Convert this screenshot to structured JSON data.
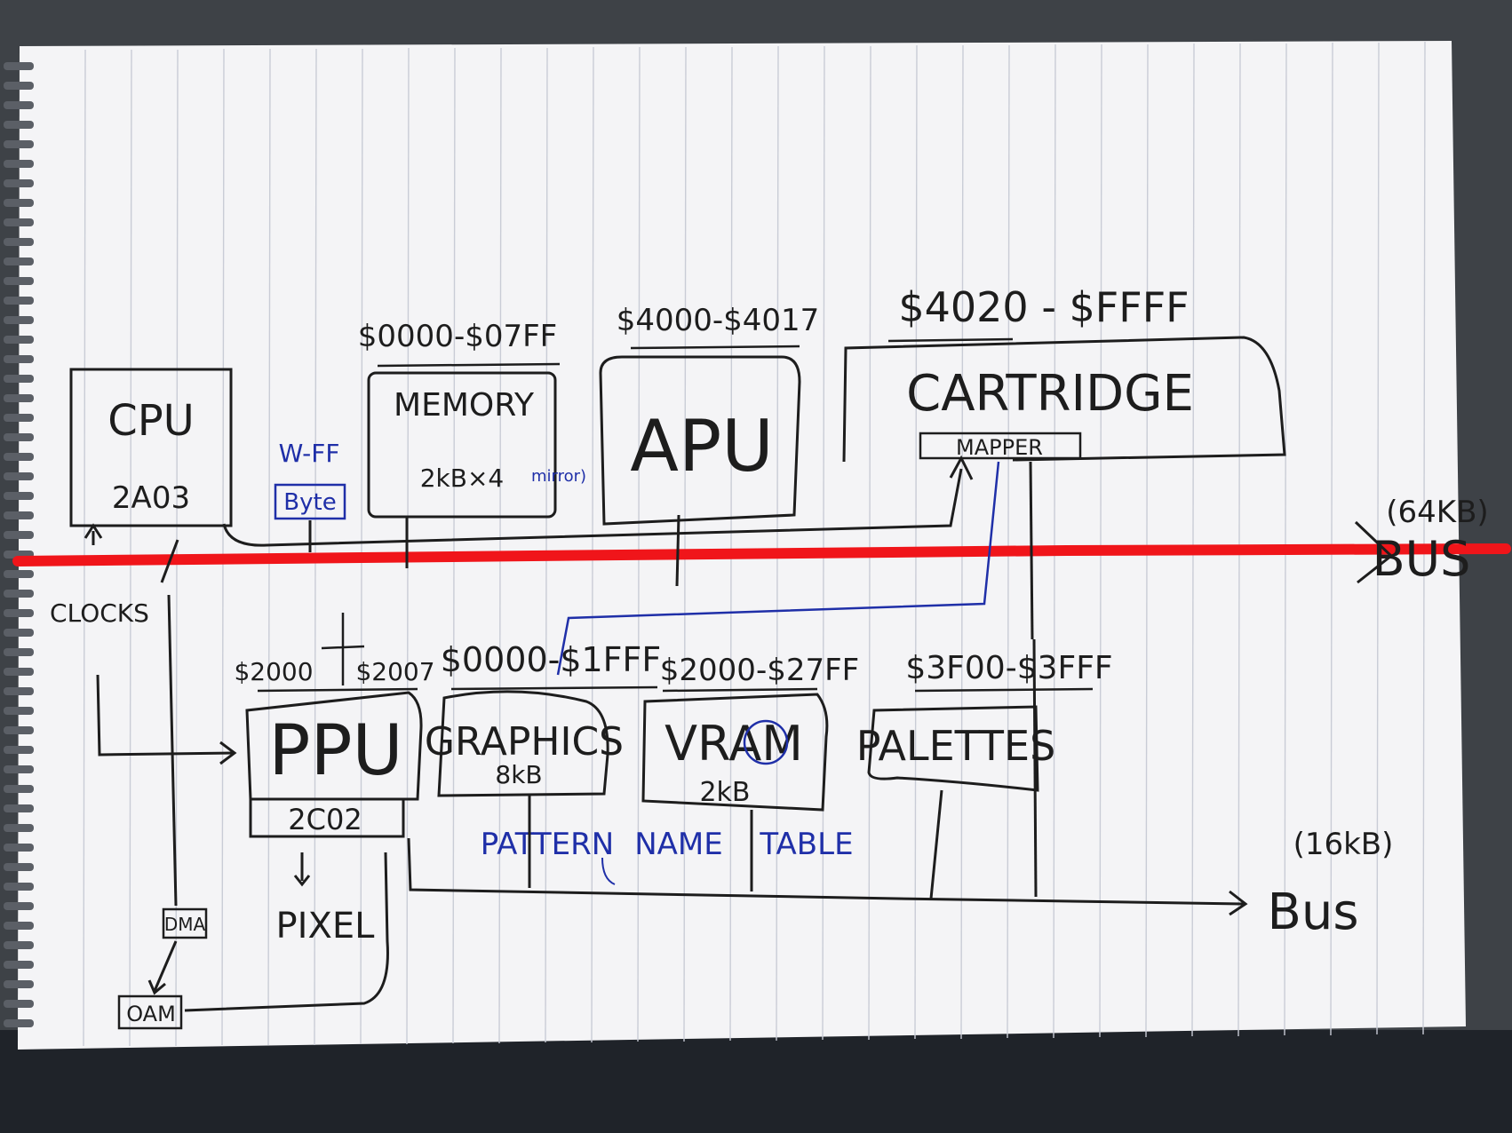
{
  "colors": {
    "ink": "#1d1d1d",
    "blue_ink": "#1f2fa8",
    "bus_red": "#f0151a",
    "paper": "#f4f4f6",
    "rule_line": "#c9ccd6"
  },
  "cpu": {
    "title": "CPU",
    "model": "2A03"
  },
  "memory": {
    "range": "$0000-$07FF",
    "title": "MEMORY",
    "size": "2kB×4",
    "mirror_note": "mirror)"
  },
  "apu": {
    "range": "$4000-$4017",
    "title": "APU"
  },
  "cartridge": {
    "range": "$4020 - $FFFF",
    "title": "CARTRIDGE",
    "mapper": "MAPPER"
  },
  "cpu_bus": {
    "size": "(64KB)",
    "label": "BUS"
  },
  "latch": {
    "label": "W-FF",
    "unit": "Byte"
  },
  "clocks": "CLOCKS",
  "ppu": {
    "range_start": "$2000",
    "range_end": "$2007",
    "title": "PPU",
    "model": "2C02"
  },
  "graphics": {
    "range": "$0000-$1FFF",
    "title": "GRAPHICS",
    "size": "8kB",
    "note": "PATTERN"
  },
  "vram": {
    "range": "$2000-$27FF",
    "title": "VRAM",
    "size": "2kB",
    "note_left": "NAME",
    "note_right": "TABLE"
  },
  "palettes": {
    "range": "$3F00-$3FFF",
    "title": "PALETTES"
  },
  "ppu_bus": {
    "size": "(16kB)",
    "label": "Bus"
  },
  "pixel": "PIXEL",
  "dma": "DMA",
  "oam": "OAM"
}
